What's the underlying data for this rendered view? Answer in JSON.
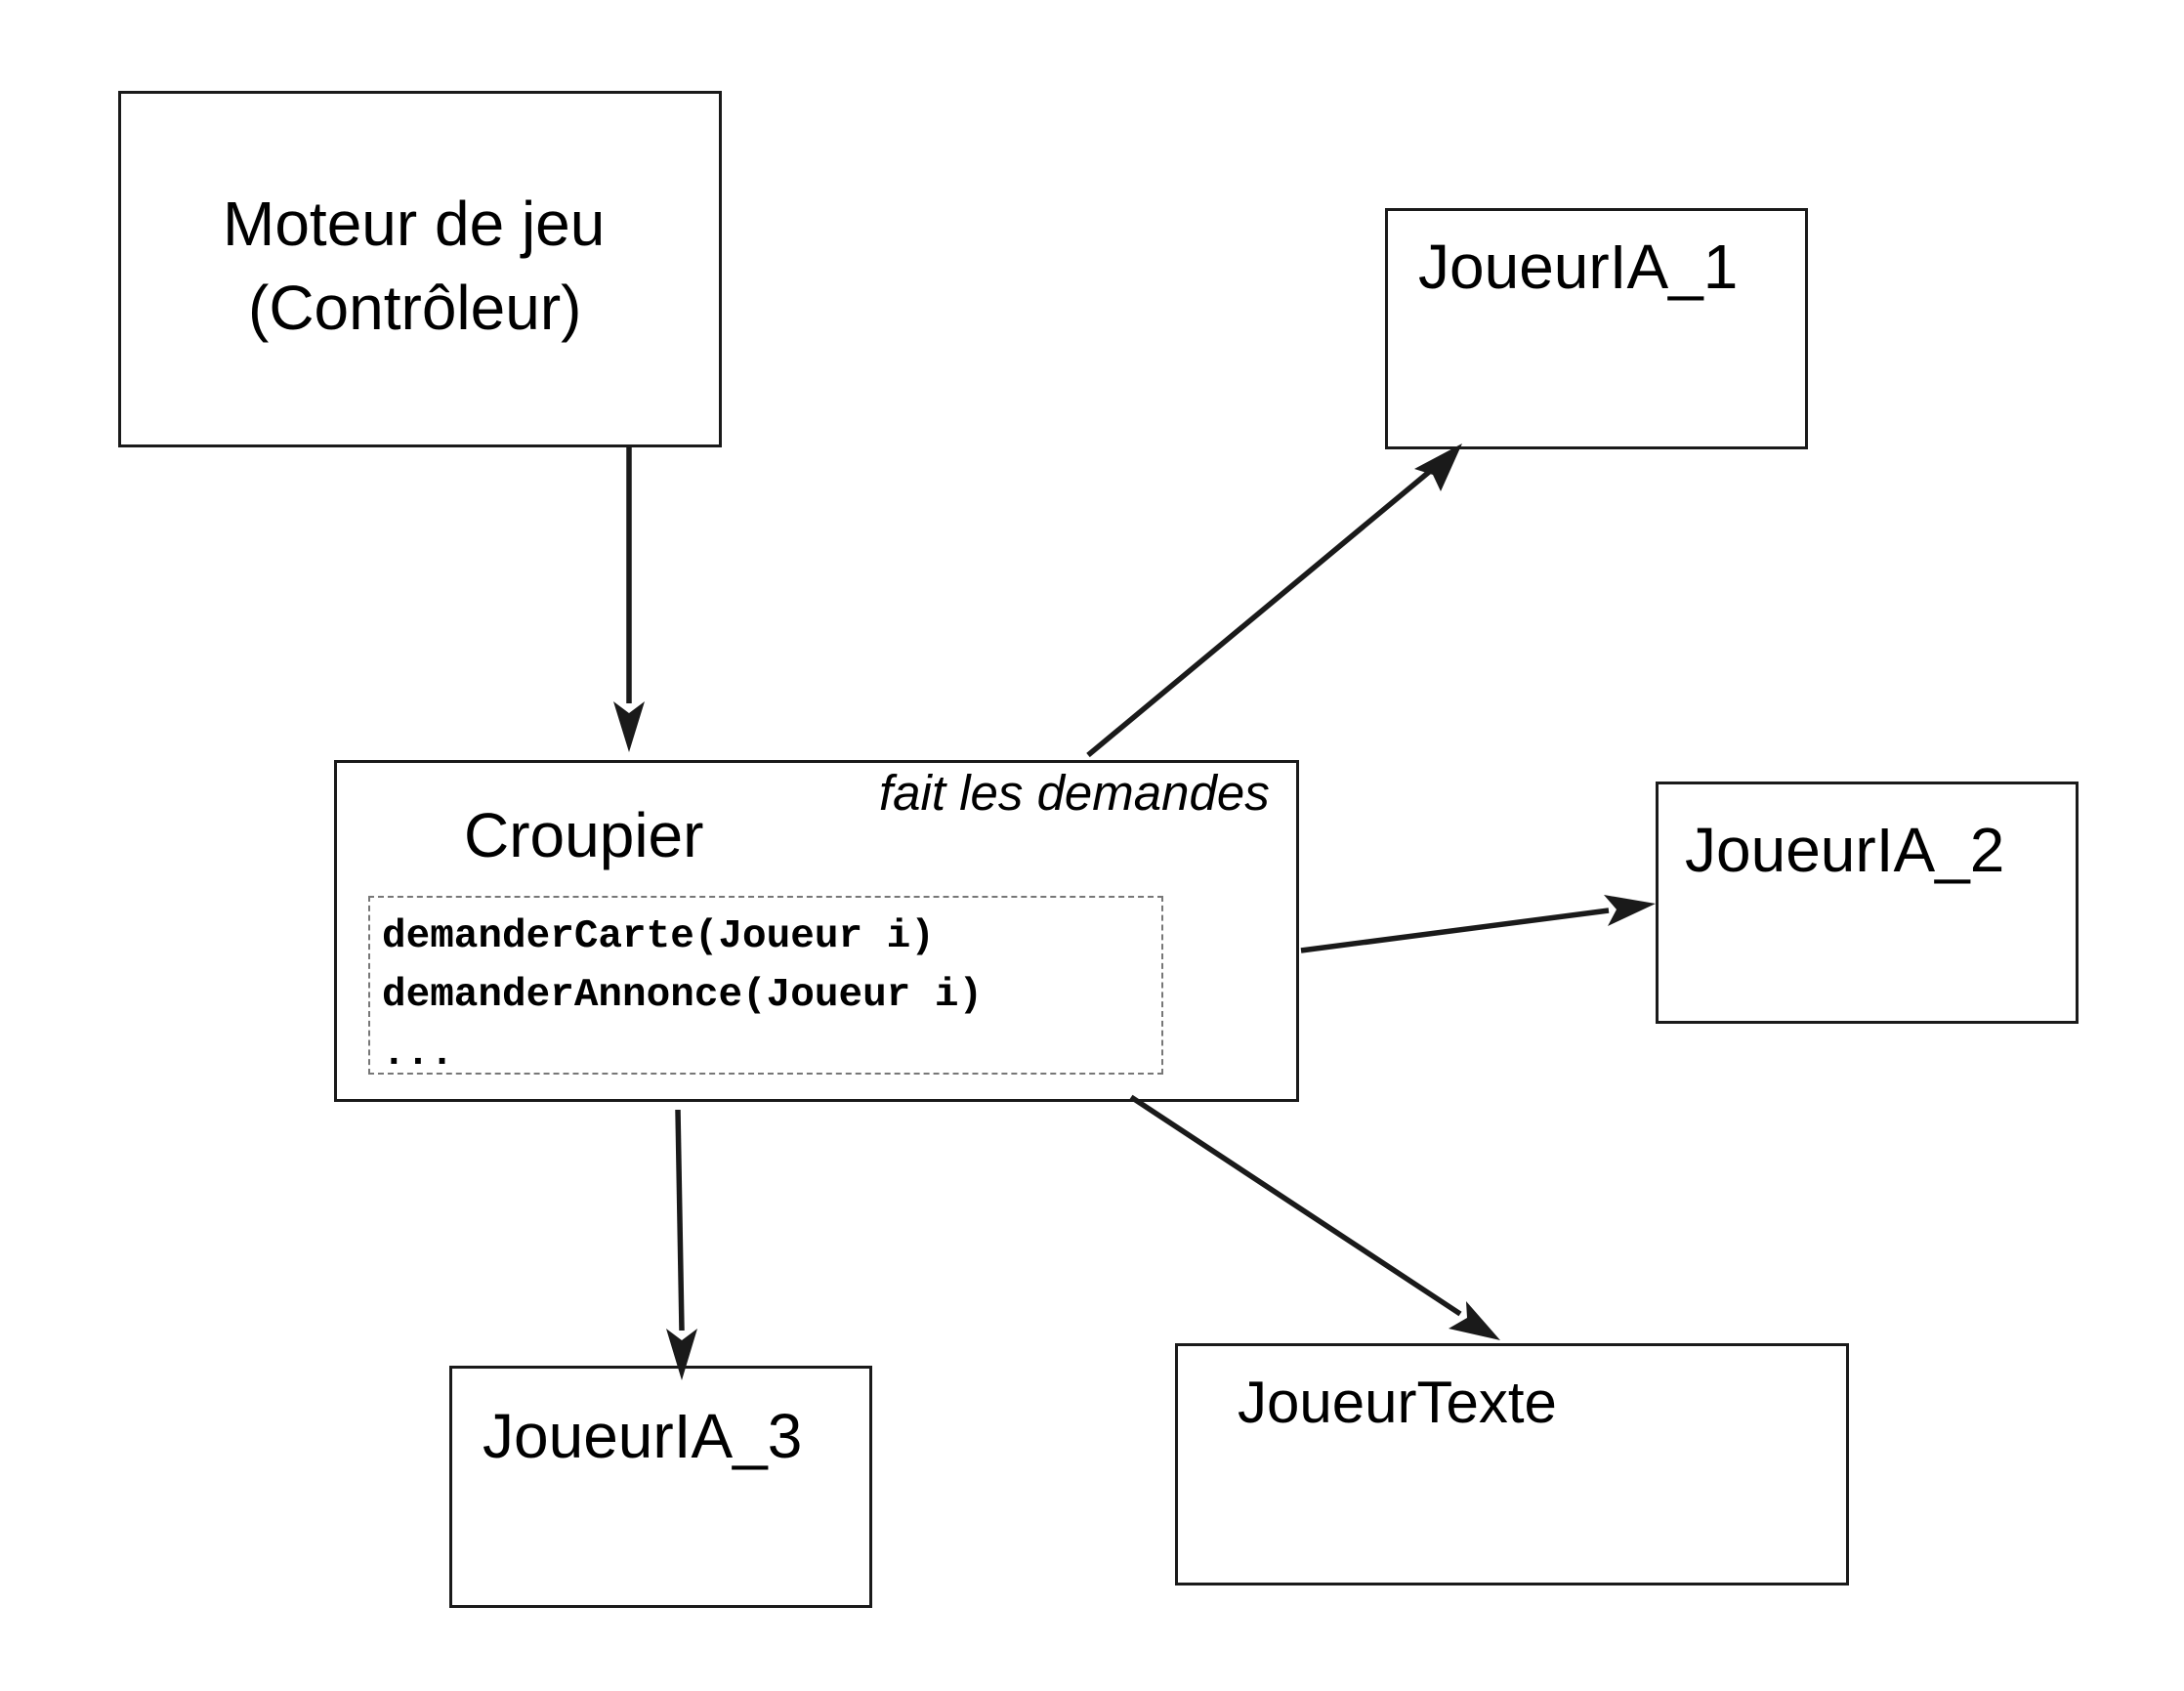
{
  "nodes": {
    "moteur": {
      "line1": "Moteur de jeu",
      "line2": "(Contrôleur)"
    },
    "croupier": {
      "title": "Croupier",
      "note": "fait les demandes",
      "methods": [
        "demanderCarte(Joueur i)",
        "demanderAnnonce(Joueur i)",
        "..."
      ]
    },
    "joueur_ia_1": {
      "label": "JoueurIA_1"
    },
    "joueur_ia_2": {
      "label": "JoueurIA_2"
    },
    "joueur_ia_3": {
      "label": "JoueurIA_3"
    },
    "joueur_texte": {
      "label": "JoueurTexte"
    }
  },
  "edges": [
    {
      "from": "moteur",
      "to": "croupier"
    },
    {
      "from": "croupier",
      "to": "joueur_ia_1"
    },
    {
      "from": "croupier",
      "to": "joueur_ia_2"
    },
    {
      "from": "croupier",
      "to": "joueur_ia_3"
    },
    {
      "from": "croupier",
      "to": "joueur_texte"
    }
  ],
  "colors": {
    "stroke": "#1a1a1a",
    "dashed_border": "#777777"
  }
}
